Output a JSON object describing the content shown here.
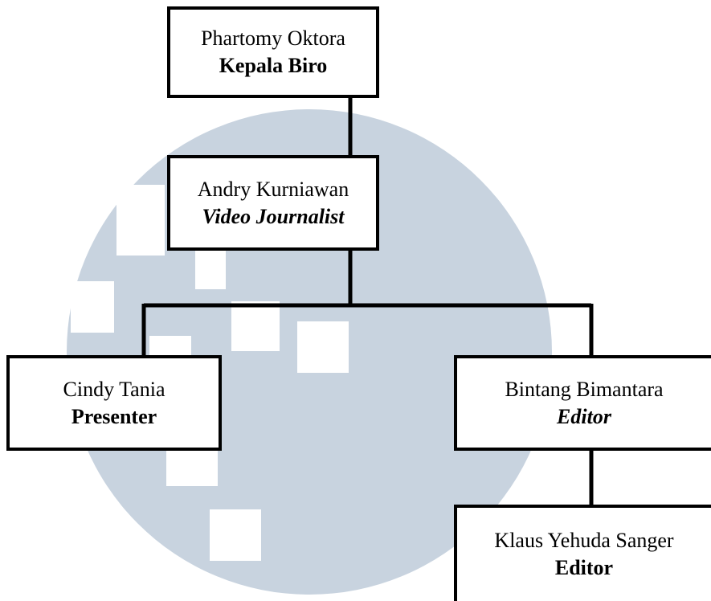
{
  "colors": {
    "watermark": "#c8d3df",
    "line": "#000000",
    "box_fill": "#ffffff"
  },
  "org_chart": {
    "kepala_biro": {
      "name": "Phartomy Oktora",
      "role": "Kepala Biro"
    },
    "video_journalist": {
      "name": "Andry Kurniawan",
      "role": "Video Journalist"
    },
    "presenter": {
      "name": "Cindy Tania",
      "role": "Presenter"
    },
    "editor_1": {
      "name": "Bintang Bimantara",
      "role": "Editor"
    },
    "editor_2": {
      "name": "Klaus Yehuda Sanger",
      "role": "Editor"
    }
  }
}
